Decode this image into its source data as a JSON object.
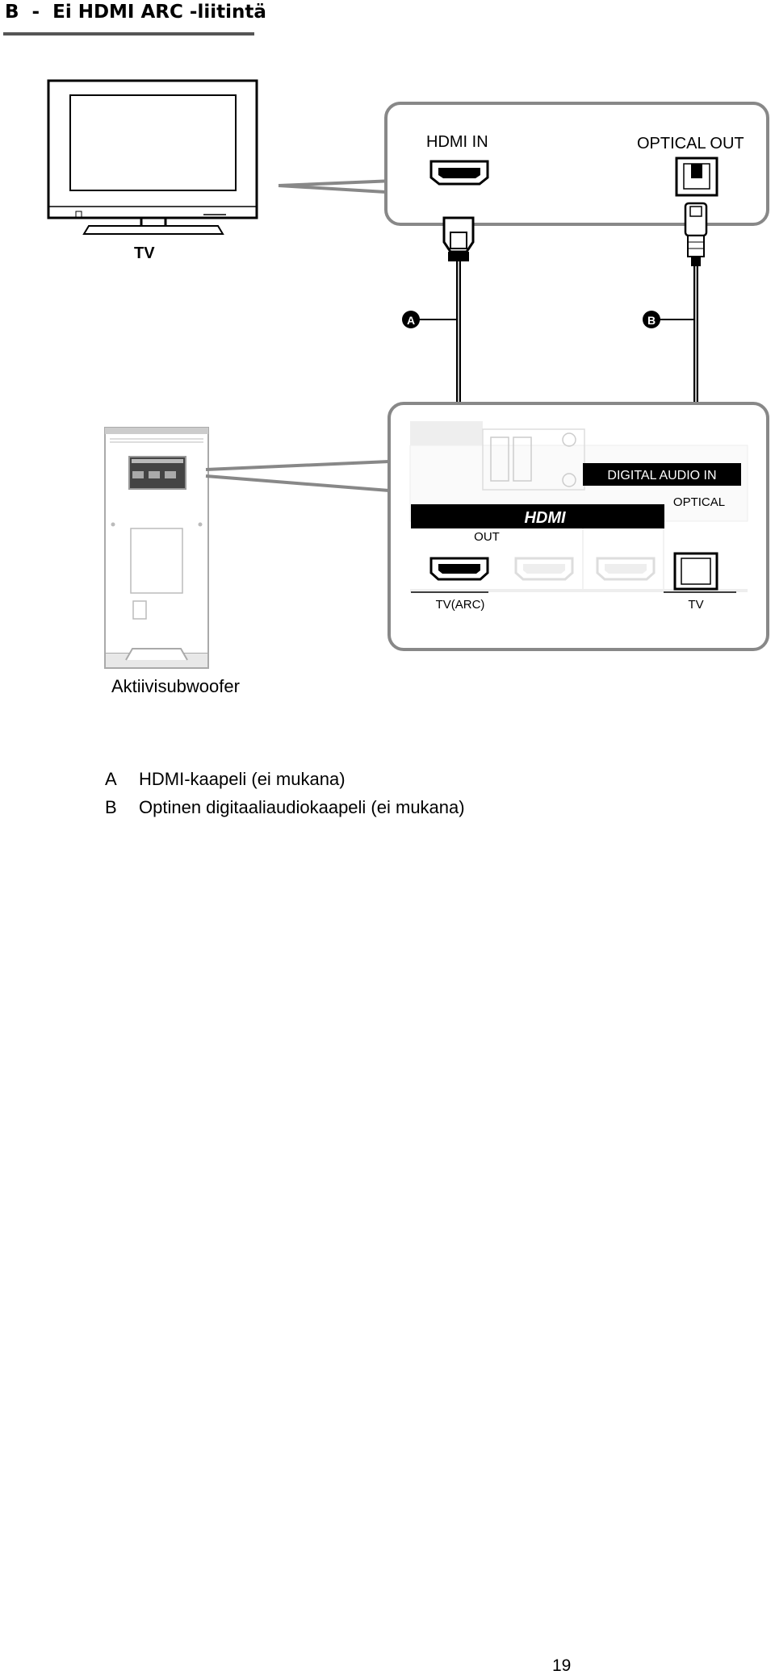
{
  "heading": "B  -  Ei HDMI ARC -liitintä",
  "tv_label": "TV",
  "tv_panel": {
    "hdmi_in": "HDMI IN",
    "optical_out": "OPTICAL OUT"
  },
  "cable_markers": {
    "a": "A",
    "b": "B"
  },
  "sub_panel": {
    "digital_audio_in": "DIGITAL AUDIO IN",
    "optical": "OPTICAL",
    "hdmi_logo": "HDMI",
    "out": "OUT",
    "tv_arc": "TV(ARC)",
    "tv": "TV"
  },
  "subwoofer_caption": "Aktiivisubwoofer",
  "legend": [
    {
      "key": "A",
      "text": "HDMI-kaapeli (ei mukana)"
    },
    {
      "key": "B",
      "text": "Optinen digitaaliaudiokaapeli (ei mukana)"
    }
  ],
  "page_number": "19"
}
